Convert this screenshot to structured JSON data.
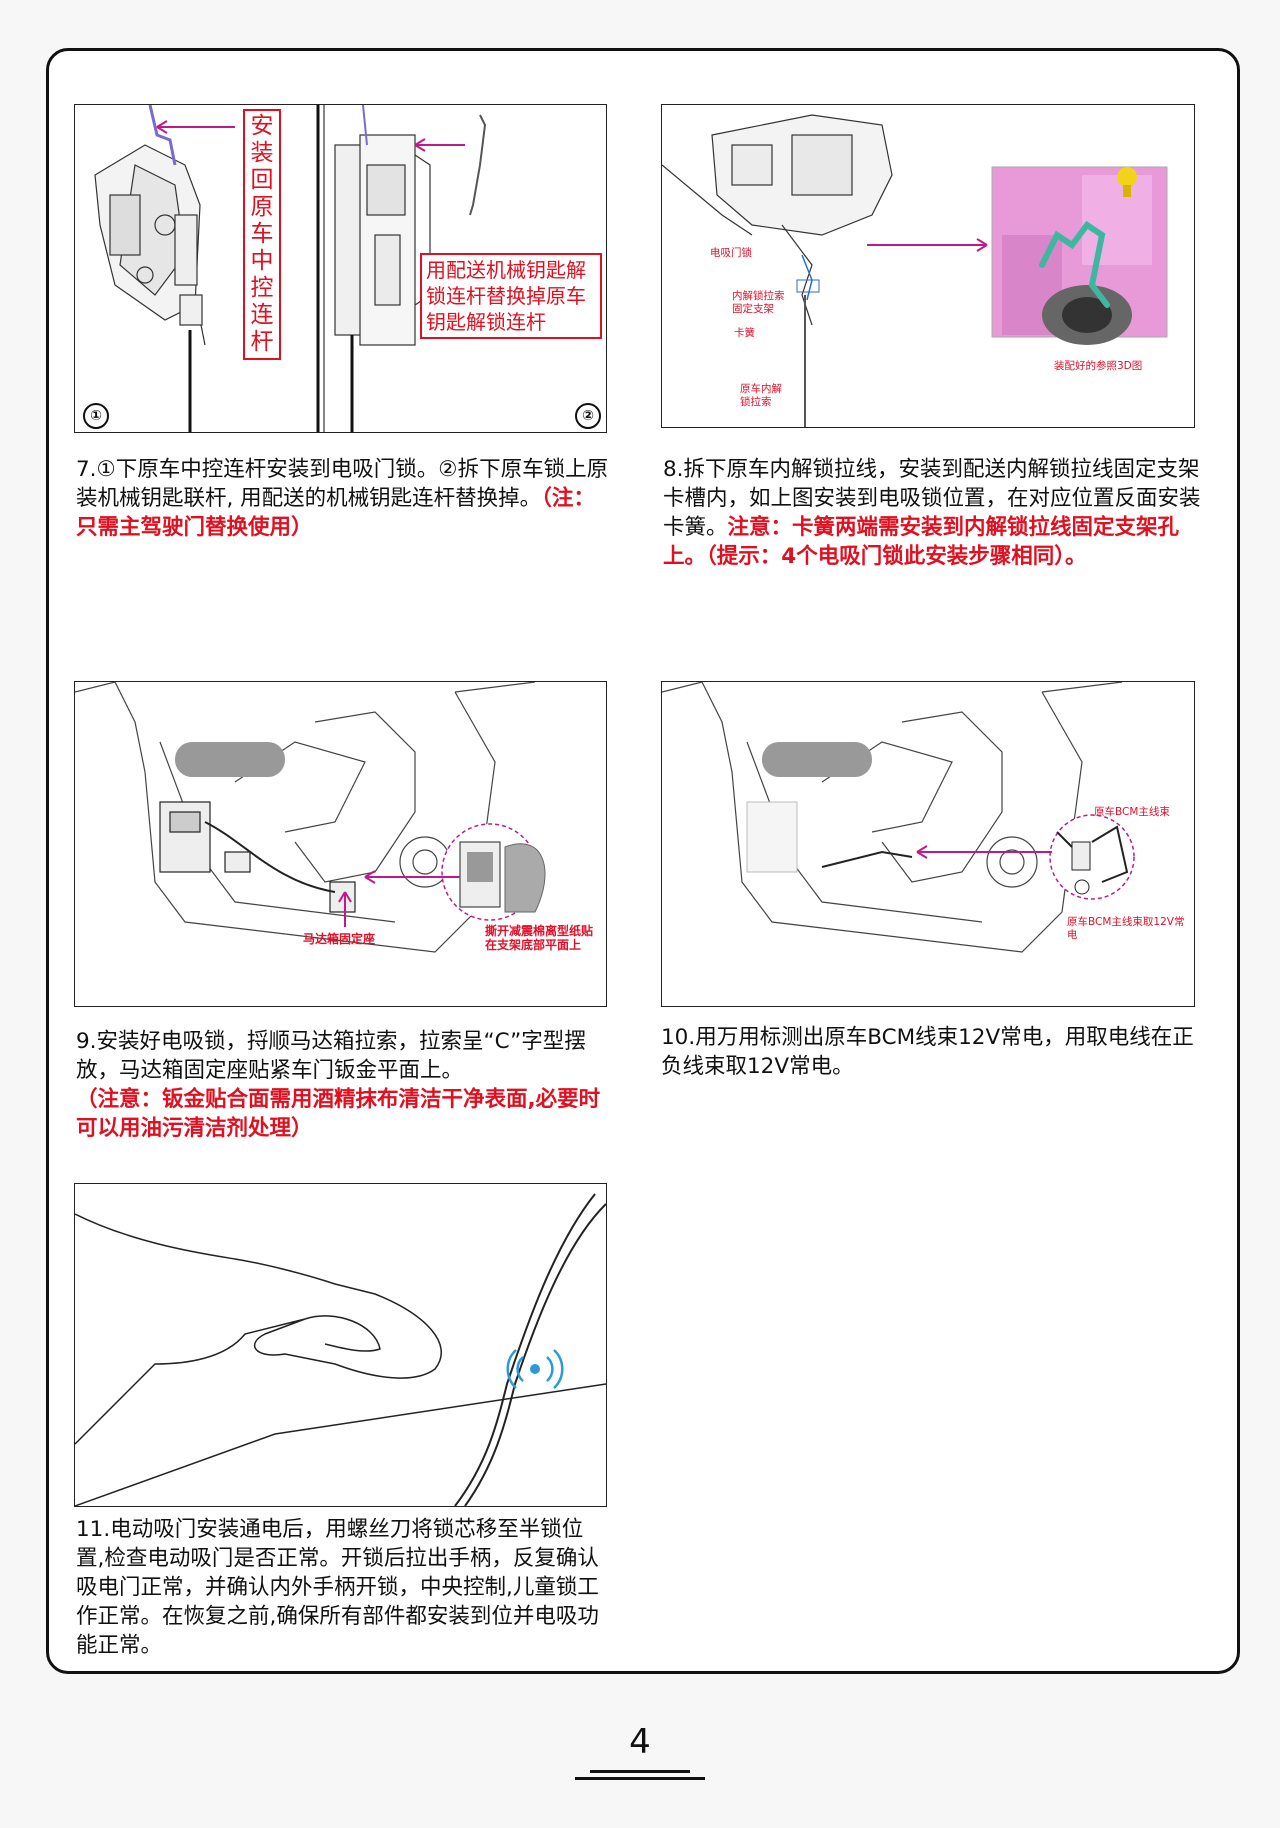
{
  "page_number": "4",
  "steps": {
    "s7": {
      "text": "7.①下原车中控连杆安装到电吸门锁。②拆下原车锁上原装机械钥匙联杆, 用配送的机械钥匙连杆替换掉。",
      "note": "（注：只需主驾驶门替换使用）",
      "label_left": "安装回原车中控连杆",
      "label_right": "用配送机械钥匙解锁连杆替换掉原车钥匙解锁连杆",
      "num1": "①",
      "num2": "②"
    },
    "s8": {
      "text": "8.拆下原车内解锁拉线，安装到配送内解锁拉线固定支架卡槽内，如上图安装到电吸锁位置，在对应位置反面安装卡簧。",
      "note": "注意：卡簧两端需安装到内解锁拉线固定支架孔上。（提示：4个电吸门锁此安装步骤相同）。",
      "callout_lock": "电吸门锁",
      "callout_bracket": "内解锁拉索固定支架",
      "callout_spring": "卡簧",
      "callout_cable": "原车内解锁拉索",
      "callout_3d": "装配好的参照3D图"
    },
    "s9": {
      "text": "9.安装好电吸锁，捋顺马达箱拉索，拉索呈“C”字型摆放，马达箱固定座贴紧车门钣金平面上。",
      "note": "（注意：钣金贴合面需用酒精抹布清洁干净表面,必要时可以用油污清洁剂处理）",
      "callout_base": "马达箱固定座",
      "callout_peel": "撕开减震棉离型纸贴在支架底部平面上"
    },
    "s10": {
      "text": "10.用万用标测出原车BCM线束12V常电，用取电线在正负线束取12V常电。",
      "callout_bcm": "原车BCM主线束",
      "callout_12v": "原车BCM主线束取12V常电"
    },
    "s11": {
      "text": "11.电动吸门安装通电后，用螺丝刀将锁芯移至半锁位置,检查电动吸门是否正常。开锁后拉出手柄，反复确认吸电门正常，并确认内外手柄开锁，中央控制,儿童锁工作正常。在恢复之前,确保所有部件都安装到位并电吸功能正常。"
    }
  },
  "colors": {
    "accent_red": "#e01020",
    "magenta": "#c0198a",
    "pink_3d": "#e89ad8",
    "teal": "#3fb7a0",
    "signal_blue": "#2a9ad8"
  }
}
